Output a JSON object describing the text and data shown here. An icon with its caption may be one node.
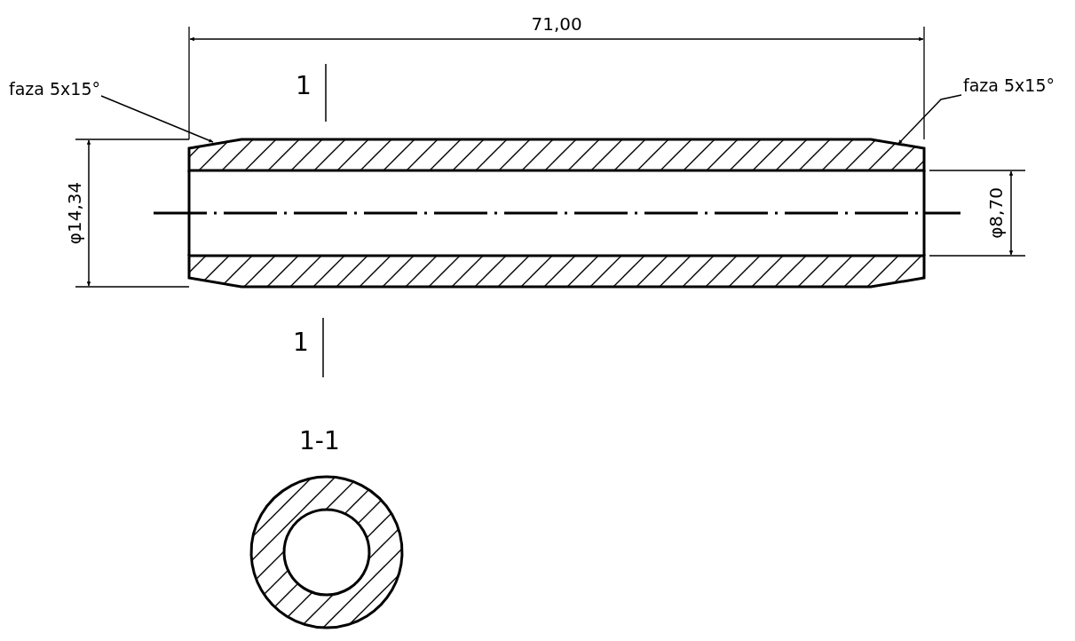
{
  "diagram": {
    "nodes": [
      {
        "text": [
          "faza 5x15°"
        ]
      },
      {
        "text": [
          "faza 5x15°"
        ]
      }
    ],
    "edges": [
      {
        "from": 0,
        "to": null,
        "arrow": "to"
      },
      {
        "from": 1,
        "to": null,
        "arrow": "to"
      }
    ],
    "labels": [
      "71,00",
      "1",
      "φ14,34",
      "φ8,70",
      "1",
      "1-1"
    ]
  }
}
